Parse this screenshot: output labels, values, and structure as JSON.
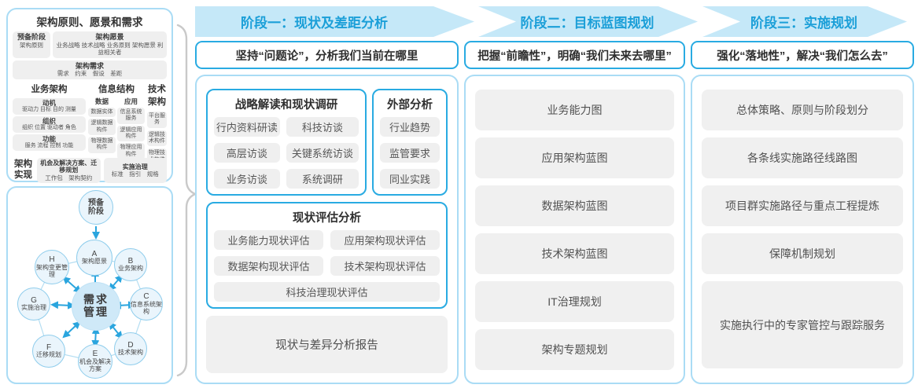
{
  "colors": {
    "accent_blue": "#29a3dc",
    "band_background": "#c5e8f8",
    "blue_border": "#29abe2",
    "panel_border": "#aadcf5",
    "box_gray": "#efefef",
    "circle_fill": "#eaf5fc",
    "circle_border": "#8fcdec",
    "center_circle_fill": "#cfe9f8"
  },
  "left": {
    "framework": {
      "title": "架构原则、愿景和需求",
      "prep": {
        "title": "预备阶段",
        "sub": "架构原则"
      },
      "vision": {
        "title": "架构愿景",
        "sub": "业务战略 技术战略 业务原则 架构愿景 利益相关者"
      },
      "requirements": {
        "title": "架构需求",
        "sub": "需求　约束　假设　差距"
      },
      "business": {
        "title": "业务架构",
        "groups": [
          {
            "title": "动机",
            "sub": "驱动力 目标 目的 测量"
          },
          {
            "title": "组织",
            "sub": "组织 位置 驱动者 角色"
          },
          {
            "title": "功能",
            "sub": "服务 流程 控制 功能"
          }
        ]
      },
      "information": {
        "title": "信息结构",
        "subcols": [
          {
            "title": "数据",
            "items": [
              "数据实体",
              "逻辑数据构件",
              "物理数据构件"
            ]
          },
          {
            "title": "应用",
            "items": [
              "信息系统服务",
              "逻辑应用构件",
              "物理应用构件"
            ]
          }
        ]
      },
      "technology": {
        "title": "技术架构",
        "items": [
          "平台服务",
          "逻辑技术构件",
          "物理技术构件"
        ]
      },
      "realization": {
        "label": "架构实现",
        "boxes": [
          {
            "title": "机会及解决方案、迁移规划",
            "sub": "工作包　架构契约"
          },
          {
            "title": "实施治理",
            "sub": "标准　指引　规格"
          }
        ]
      }
    },
    "cycle": {
      "prep": "预备阶段",
      "center": "需求管理",
      "nodes": [
        {
          "key": "A",
          "label": "架构愿景"
        },
        {
          "key": "B",
          "label": "业务架构"
        },
        {
          "key": "C",
          "label": "信息系统架构"
        },
        {
          "key": "D",
          "label": "技术架构"
        },
        {
          "key": "E",
          "label": "机会及解决方案"
        },
        {
          "key": "F",
          "label": "迁移规划"
        },
        {
          "key": "G",
          "label": "实施治理"
        },
        {
          "key": "H",
          "label": "架构变更管理"
        }
      ]
    }
  },
  "phases": [
    {
      "header": "阶段一：现状及差距分析",
      "subtitle": "坚持“问题论”，分析我们当前在哪里",
      "groups": [
        {
          "title": "战略解读和现状调研",
          "items": [
            "行内资料研读",
            "科技访谈",
            "高层访谈",
            "关键系统访谈",
            "业务访谈",
            "系统调研"
          ]
        },
        {
          "title": "外部分析",
          "items": [
            "行业趋势",
            "监管要求",
            "同业实践"
          ]
        },
        {
          "title": "现状评估分析",
          "items": [
            "业务能力现状评估",
            "应用架构现状评估",
            "数据架构现状评估",
            "技术架构现状评估",
            "科技治理现状评估"
          ]
        }
      ],
      "report": "现状与差异分析报告"
    },
    {
      "header": "阶段二：目标蓝图规划",
      "subtitle": "把握“前瞻性”，明确“我们未来去哪里”",
      "items": [
        "业务能力图",
        "应用架构蓝图",
        "数据架构蓝图",
        "技术架构蓝图",
        "IT治理规划",
        "架构专题规划"
      ]
    },
    {
      "header": "阶段三：实施规划",
      "subtitle": "强化“落地性”，解决“我们怎么去”",
      "items": [
        "总体策略、原则与阶段划分",
        "各条线实施路径线路图",
        "项目群实施路径与重点工程提炼",
        "保障机制规划",
        "实施执行中的专家管控与跟踪服务"
      ]
    }
  ]
}
